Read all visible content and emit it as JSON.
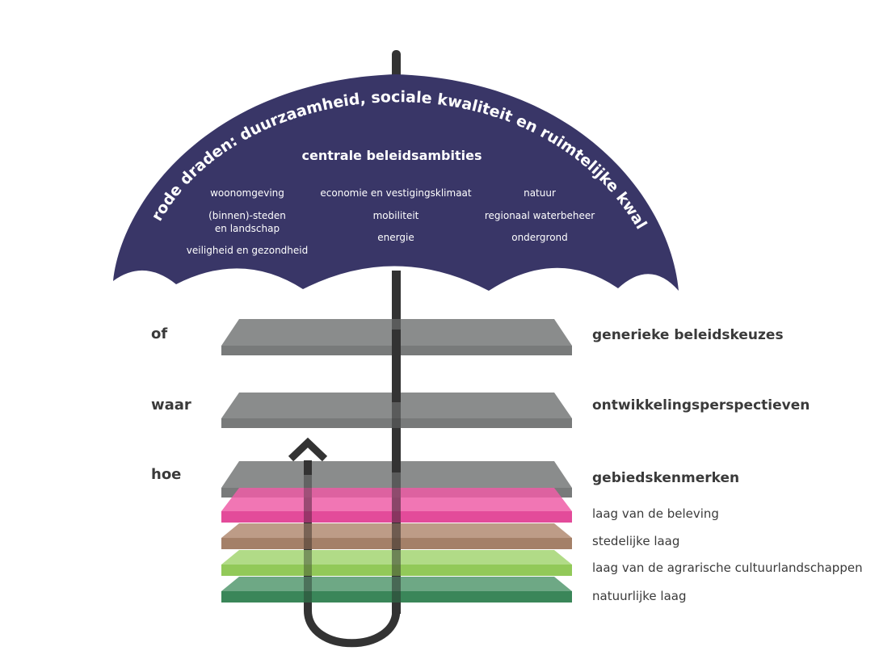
{
  "arc_title": "rode draden: duurzaamheid, sociale kwaliteit en ruimtelijke kwaliteit",
  "ambitions_title": "centrale beleidsambities",
  "ambitions": {
    "col1": [
      "woonomgeving",
      "(binnen)-steden",
      "en landschap",
      "veiligheid en gezondheid"
    ],
    "col2": [
      "economie en vestigingsklimaat",
      "mobiliteit",
      "energie"
    ],
    "col3": [
      "natuur",
      "regionaal waterbeheer",
      "ondergrond"
    ]
  },
  "questions": [
    "of",
    "waar",
    "hoe"
  ],
  "levels": [
    "generieke beleidskeuzes",
    "ontwikkelingsperspectieven",
    "gebiedskenmerken"
  ],
  "layers": [
    "laag van de beleving",
    "stedelijke laag",
    "laag van de agrarische cultuurlandschappen",
    "natuurlijke laag"
  ],
  "colors": {
    "canopy": "#393667",
    "handle": "#333333",
    "grey_plate": "#7f7f7f",
    "pink_plate": "#ec5fa6",
    "brown_plate": "#a07b60",
    "light_green_plate": "#9ccf5f",
    "dark_green_plate": "#3f8f5f",
    "label_text": "#3a3a3a"
  }
}
